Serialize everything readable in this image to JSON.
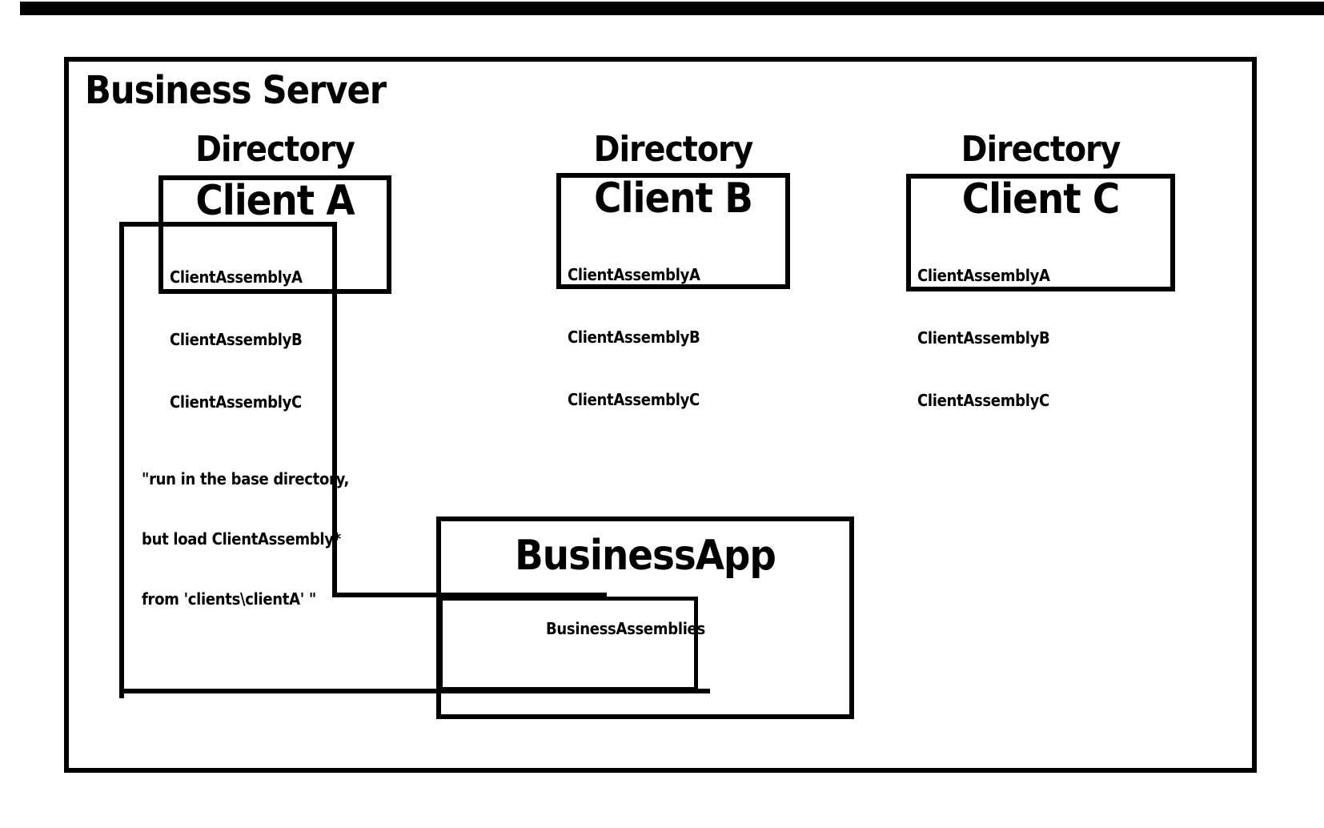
{
  "canvas": {
    "background_color": "#ffffff",
    "ink_color": "#000000"
  },
  "diagram": {
    "title": "Business Server",
    "directories": [
      {
        "label": "Directory",
        "name": "Client A",
        "assemblies": [
          "ClientAssemblyA",
          "ClientAssemblyB",
          "ClientAssemblyC"
        ]
      },
      {
        "label": "Directory",
        "name": "Client B",
        "assemblies": [
          "ClientAssemblyA",
          "ClientAssemblyB",
          "ClientAssemblyC"
        ]
      },
      {
        "label": "Directory",
        "name": "Client C",
        "assemblies": [
          "ClientAssemblyA",
          "ClientAssemblyB",
          "ClientAssemblyC"
        ]
      }
    ],
    "business_app": {
      "title": "BusinessApp",
      "assemblies_label": "BusinessAssemblies"
    },
    "annotation": {
      "line1": "\"run in the base directory,",
      "line2": "but load ClientAssembly*",
      "line3": "from 'clients\\clientA' \""
    }
  }
}
